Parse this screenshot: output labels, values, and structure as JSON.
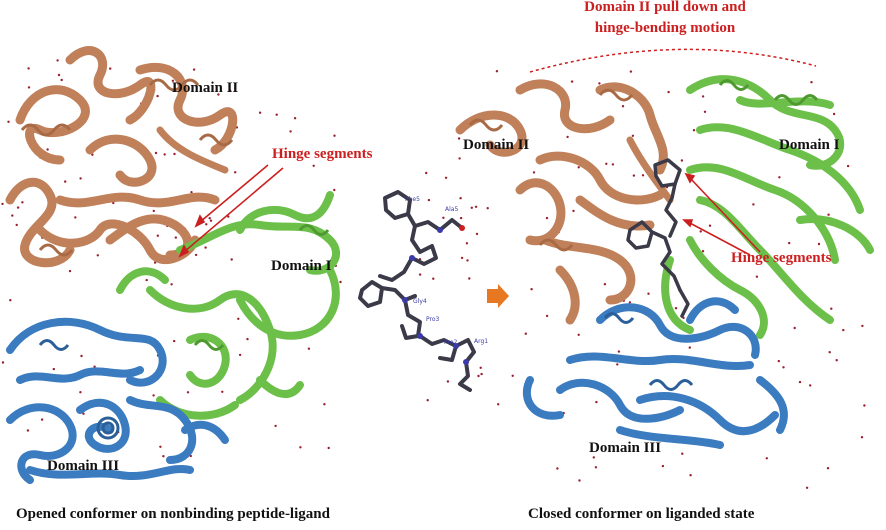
{
  "title": {
    "line1": "Domain II pull down and",
    "line2": "hinge-bending motion"
  },
  "left_panel": {
    "domain_ii": "Domain II",
    "domain_i": "Domain I",
    "domain_iii": "Domain III",
    "hinge_label": "Hinge segments",
    "caption": "Opened conformer on nonbinding peptide-ligand"
  },
  "right_panel": {
    "domain_ii": "Domain II",
    "domain_i": "Domain I",
    "domain_iii": "Domain III",
    "hinge_label": "Hinge segments",
    "caption": "Closed conformer on liganded state"
  },
  "ligand_residues": [
    "Ala5",
    "Phe5",
    "Gly4",
    "Pro3",
    "Pro2",
    "Arg1"
  ],
  "colors": {
    "domain_i": "#6cc04a",
    "domain_ii": "#c0805a",
    "domain_iii": "#3b7bbf",
    "annotation": "#cc1f1f",
    "ligand": "#3a3a48",
    "arrow": "#e87722"
  }
}
